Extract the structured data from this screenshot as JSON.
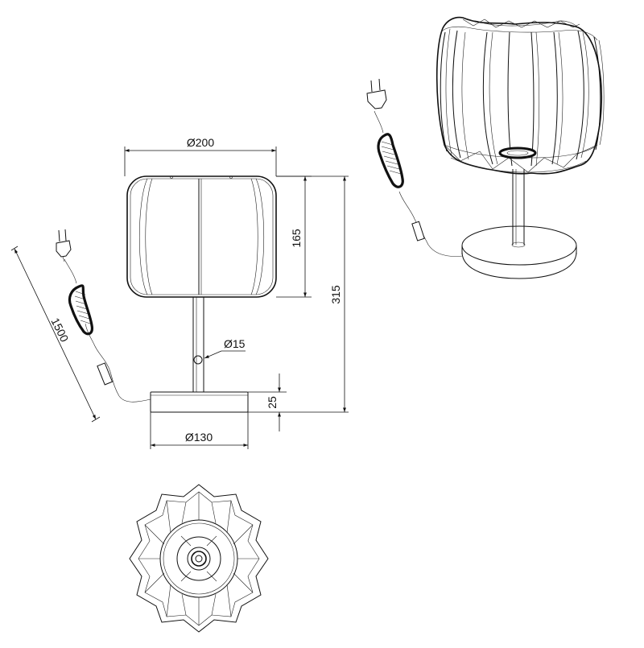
{
  "dimensions": {
    "shade_diameter": "Ø200",
    "shade_height": "165",
    "total_height": "315",
    "stem_diameter": "Ø15",
    "base_height": "25",
    "base_diameter": "Ø130",
    "cord_length": "1500"
  },
  "views": [
    "front-elevation",
    "perspective-view",
    "top-view"
  ]
}
